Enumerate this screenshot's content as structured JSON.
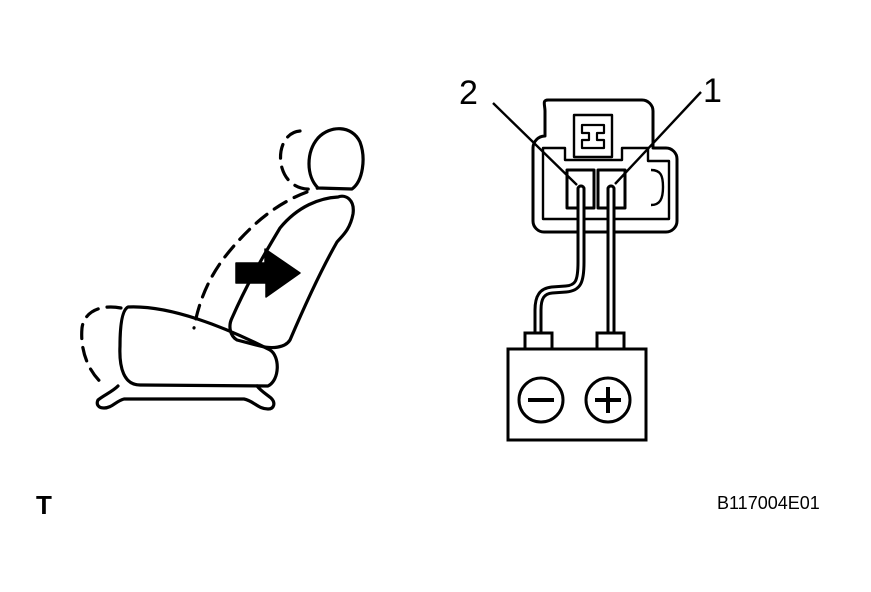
{
  "labels": {
    "terminal_2": "2",
    "terminal_1": "1",
    "corner_mark": "T",
    "figure_code": "B117004E01"
  },
  "battery": {
    "negative_symbol": "minus-icon",
    "positive_symbol": "plus-icon"
  },
  "seat": {
    "motion_arrow": "arrow-right-icon"
  },
  "colors": {
    "ink": "#000000",
    "background": "#ffffff"
  }
}
